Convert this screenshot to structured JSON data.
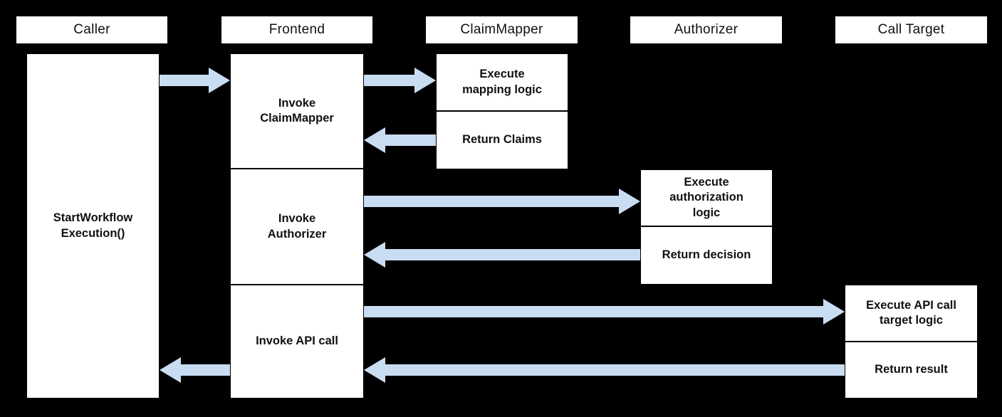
{
  "diagram": {
    "type": "sequence-flow",
    "colors": {
      "background": "#000000",
      "box_fill": "#ffffff",
      "box_border": "#000000",
      "arrow_fill": "#c9ddf2",
      "text": "#111111"
    },
    "lanes": [
      {
        "id": "caller",
        "header": "Caller",
        "boxes": [
          {
            "label": "StartWorkflow\nExecution()"
          }
        ]
      },
      {
        "id": "frontend",
        "header": "Frontend",
        "boxes": [
          {
            "label": "Invoke\nClaimMapper"
          },
          {
            "label": "Invoke\nAuthorizer"
          },
          {
            "label": "Invoke API call"
          }
        ]
      },
      {
        "id": "claimmapper",
        "header": "ClaimMapper",
        "boxes": [
          {
            "label": "Execute\nmapping logic"
          },
          {
            "label": "Return Claims"
          }
        ]
      },
      {
        "id": "authorizer",
        "header": "Authorizer",
        "boxes": [
          {
            "label": "Execute\nauthorization\nlogic"
          },
          {
            "label": "Return decision"
          }
        ]
      },
      {
        "id": "calltarget",
        "header": "Call Target",
        "boxes": [
          {
            "label": "Execute API call\ntarget logic"
          },
          {
            "label": "Return result"
          }
        ]
      }
    ],
    "arrows": [
      {
        "from": "Caller",
        "to": "Frontend",
        "direction": "right"
      },
      {
        "from": "Frontend",
        "to": "ClaimMapper",
        "direction": "right"
      },
      {
        "from": "ClaimMapper",
        "to": "Frontend",
        "direction": "left"
      },
      {
        "from": "Frontend",
        "to": "Authorizer",
        "direction": "right"
      },
      {
        "from": "Authorizer",
        "to": "Frontend",
        "direction": "left"
      },
      {
        "from": "Frontend",
        "to": "Call Target",
        "direction": "right"
      },
      {
        "from": "Call Target",
        "to": "Frontend",
        "direction": "left"
      },
      {
        "from": "Frontend",
        "to": "Caller",
        "direction": "left"
      }
    ]
  }
}
